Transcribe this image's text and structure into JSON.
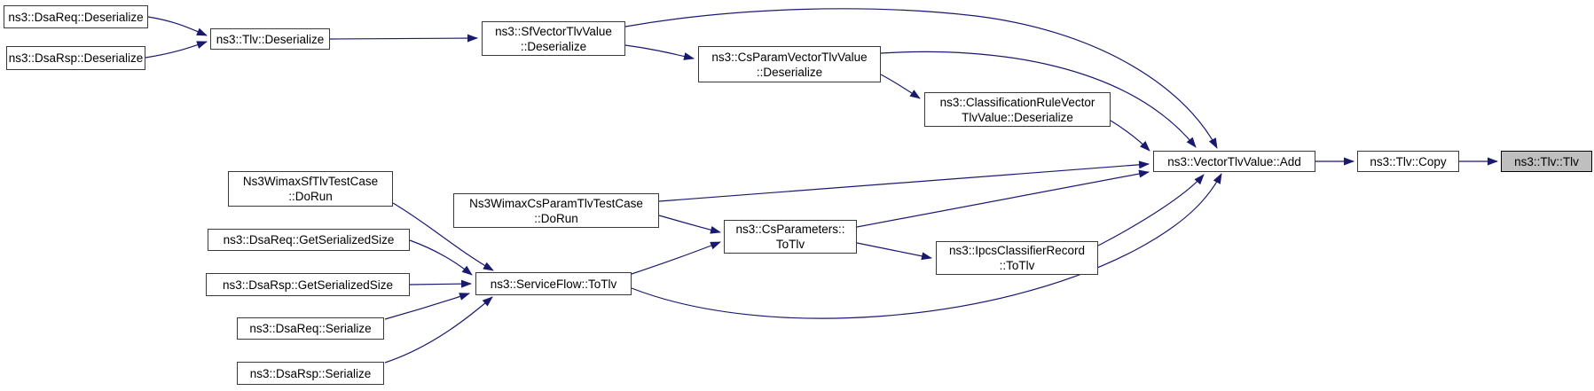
{
  "diagram": {
    "kind": "doxygen-caller-graph",
    "target_function": "ns3::Tlv::Tlv",
    "colors": {
      "edge": "#191970",
      "node_border": "#3a3a3a",
      "node_fill": "#ffffff",
      "highlight_fill": "#bfbfbf",
      "text": "#000000"
    },
    "nodes": [
      {
        "id": "dsareq-deserialize",
        "label": "ns3::DsaReq::Deserialize",
        "highlighted": false
      },
      {
        "id": "dsarsp-deserialize",
        "label": "ns3::DsaRsp::Deserialize",
        "highlighted": false
      },
      {
        "id": "tlv-deserialize",
        "label": "ns3::Tlv::Deserialize",
        "highlighted": false
      },
      {
        "id": "sfvectortlvvalue-deserialize",
        "label": "ns3::SfVectorTlvValue\n::Deserialize",
        "highlighted": false
      },
      {
        "id": "csparamvectortlvvalue-deserialize",
        "label": "ns3::CsParamVectorTlvValue\n::Deserialize",
        "highlighted": false
      },
      {
        "id": "classificationrulevectortlvvalue-deserialize",
        "label": "ns3::ClassificationRuleVector\nTlvValue::Deserialize",
        "highlighted": false
      },
      {
        "id": "vectortlvvalue-add",
        "label": "ns3::VectorTlvValue::Add",
        "highlighted": false
      },
      {
        "id": "tlv-copy",
        "label": "ns3::Tlv::Copy",
        "highlighted": false
      },
      {
        "id": "tlv-tlv",
        "label": "ns3::Tlv::Tlv",
        "highlighted": true
      },
      {
        "id": "ns3wimaxsftlvtestcase-dorun",
        "label": "Ns3WimaxSfTlvTestCase\n::DoRun",
        "highlighted": false
      },
      {
        "id": "ns3wimaxcsparamtlvtestcase-dorun",
        "label": "Ns3WimaxCsParamTlvTestCase\n::DoRun",
        "highlighted": false
      },
      {
        "id": "dsareq-getserializedsize",
        "label": "ns3::DsaReq::GetSerializedSize",
        "highlighted": false
      },
      {
        "id": "dsarsp-getserializedsize",
        "label": "ns3::DsaRsp::GetSerializedSize",
        "highlighted": false
      },
      {
        "id": "dsareq-serialize",
        "label": "ns3::DsaReq::Serialize",
        "highlighted": false
      },
      {
        "id": "dsarsp-serialize",
        "label": "ns3::DsaRsp::Serialize",
        "highlighted": false
      },
      {
        "id": "serviceflow-totlv",
        "label": "ns3::ServiceFlow::ToTlv",
        "highlighted": false
      },
      {
        "id": "csparameters-totlv",
        "label": "ns3::CsParameters::\nToTlv",
        "highlighted": false
      },
      {
        "id": "ipcsclassifierrecord-totlv",
        "label": "ns3::IpcsClassifierRecord\n::ToTlv",
        "highlighted": false
      }
    ],
    "edges": [
      {
        "from": "dsareq-deserialize",
        "to": "tlv-deserialize"
      },
      {
        "from": "dsarsp-deserialize",
        "to": "tlv-deserialize"
      },
      {
        "from": "tlv-deserialize",
        "to": "sfvectortlvvalue-deserialize"
      },
      {
        "from": "sfvectortlvvalue-deserialize",
        "to": "csparamvectortlvvalue-deserialize"
      },
      {
        "from": "sfvectortlvvalue-deserialize",
        "to": "vectortlvvalue-add"
      },
      {
        "from": "csparamvectortlvvalue-deserialize",
        "to": "classificationrulevectortlvvalue-deserialize"
      },
      {
        "from": "csparamvectortlvvalue-deserialize",
        "to": "vectortlvvalue-add"
      },
      {
        "from": "classificationrulevectortlvvalue-deserialize",
        "to": "vectortlvvalue-add"
      },
      {
        "from": "vectortlvvalue-add",
        "to": "tlv-copy"
      },
      {
        "from": "tlv-copy",
        "to": "tlv-tlv"
      },
      {
        "from": "ns3wimaxsftlvtestcase-dorun",
        "to": "serviceflow-totlv"
      },
      {
        "from": "ns3wimaxcsparamtlvtestcase-dorun",
        "to": "csparameters-totlv"
      },
      {
        "from": "ns3wimaxcsparamtlvtestcase-dorun",
        "to": "vectortlvvalue-add"
      },
      {
        "from": "dsareq-getserializedsize",
        "to": "serviceflow-totlv"
      },
      {
        "from": "dsarsp-getserializedsize",
        "to": "serviceflow-totlv"
      },
      {
        "from": "dsareq-serialize",
        "to": "serviceflow-totlv"
      },
      {
        "from": "dsarsp-serialize",
        "to": "serviceflow-totlv"
      },
      {
        "from": "serviceflow-totlv",
        "to": "csparameters-totlv"
      },
      {
        "from": "serviceflow-totlv",
        "to": "vectortlvvalue-add"
      },
      {
        "from": "csparameters-totlv",
        "to": "ipcsclassifierrecord-totlv"
      },
      {
        "from": "csparameters-totlv",
        "to": "vectortlvvalue-add"
      },
      {
        "from": "ipcsclassifierrecord-totlv",
        "to": "vectortlvvalue-add"
      }
    ]
  }
}
